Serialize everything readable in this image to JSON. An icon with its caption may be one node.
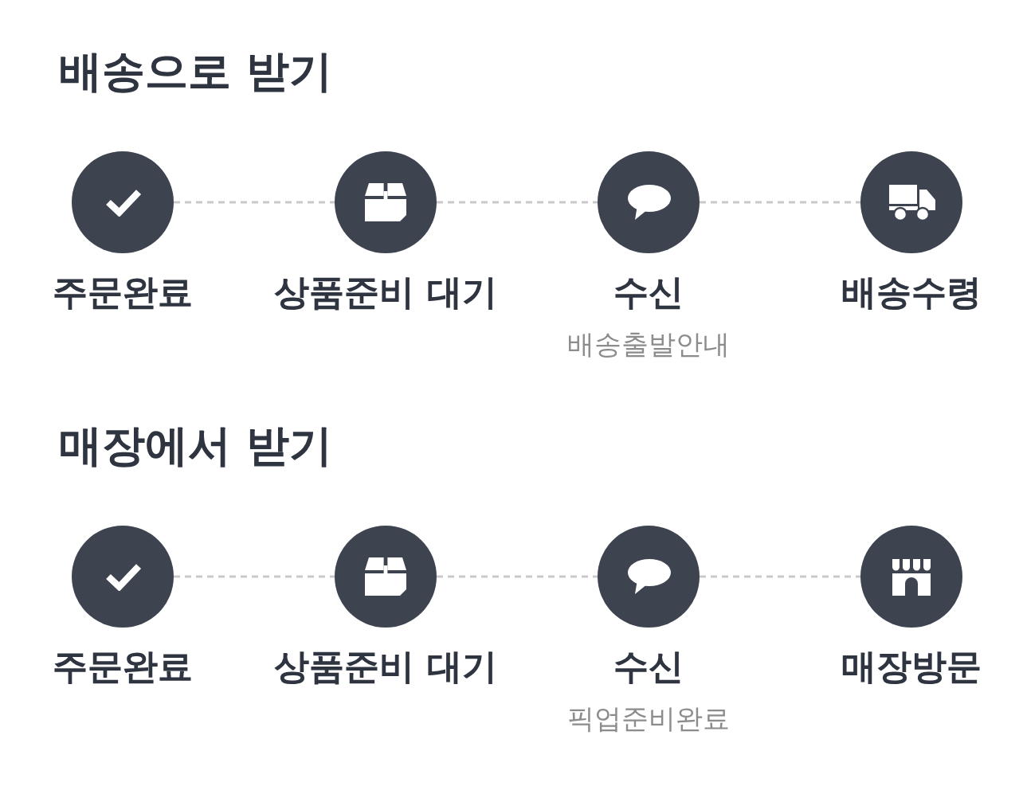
{
  "diagram": {
    "nodes": [
      {
        "text": [
          "주문완료"
        ]
      },
      {
        "text": [
          "상품준비 대기"
        ]
      },
      {
        "text": [
          "수신"
        ],
        "beside": [
          "배송출발안내"
        ]
      },
      {
        "text": [
          "배송수령"
        ]
      },
      {
        "text": [
          "주문완료"
        ]
      },
      {
        "text": [
          "상품준비 대기"
        ]
      },
      {
        "text": [
          "수신"
        ],
        "beside": [
          "픽업준비완료"
        ]
      },
      {
        "text": [
          "매장방문"
        ]
      }
    ],
    "edges": [
      {
        "from": 0,
        "to": 1,
        "arrow": "none",
        "style": "dashed"
      },
      {
        "from": 1,
        "to": 2,
        "arrow": "none",
        "style": "dashed"
      },
      {
        "from": 2,
        "to": 3,
        "arrow": "none",
        "style": "dashed"
      },
      {
        "from": 4,
        "to": 5,
        "arrow": "none",
        "style": "dashed"
      },
      {
        "from": 5,
        "to": 6,
        "arrow": "none",
        "style": "dashed"
      },
      {
        "from": 6,
        "to": 7,
        "arrow": "none",
        "style": "dashed"
      }
    ],
    "labels": [
      "배송으로 받기",
      "매장에서 받기"
    ]
  }
}
